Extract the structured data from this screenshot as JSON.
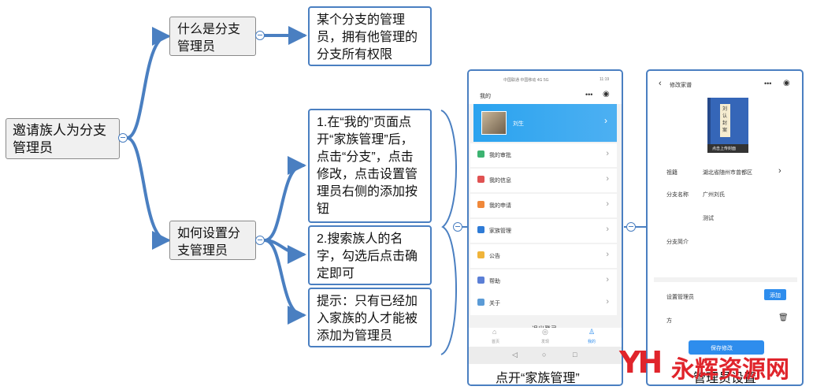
{
  "nodes": {
    "root": "邀请族人为分支管理员",
    "what_is": "什么是分支管理员",
    "what_is_detail": "某个分支的管理员，拥有他管理的分支所有权限",
    "how_to": "如何设置分支管理员",
    "step1": "1.在“我的”页面点开“家族管理”后，点击“分支”，点击修改，点击设置管理员右侧的添加按钮",
    "step2": "2.搜索族人的名字，勾选后点击确定即可",
    "tip": "提示：只有已经加入家族的人才能被添加为管理员"
  },
  "phone1": {
    "status_left": "中国联通 中国移动 4G 5G",
    "status_right": "11:19",
    "title": "我的",
    "user_name": "刘生",
    "menu": [
      {
        "label": "我的审批",
        "icon": "approval-icon",
        "color": "#3cb371"
      },
      {
        "label": "我的信息",
        "icon": "mail-icon",
        "color": "#e05252"
      },
      {
        "label": "我的申请",
        "icon": "apply-icon",
        "color": "#f0883a"
      },
      {
        "label": "家族管理",
        "icon": "home-icon",
        "color": "#2e7bd6"
      },
      {
        "label": "公告",
        "icon": "announcement-icon",
        "color": "#f0b43a"
      },
      {
        "label": "帮助",
        "icon": "help-icon",
        "color": "#5b7fd6"
      },
      {
        "label": "关于",
        "icon": "about-icon",
        "color": "#5b9bd6"
      }
    ],
    "logout": "退出登录",
    "tabs": [
      "首页",
      "发现",
      "我的"
    ],
    "caption": "点开“家族管理”"
  },
  "phone2": {
    "title": "修改家谱",
    "book_text": "刘认封案",
    "upload_cover": "点击上传封面",
    "fields": [
      {
        "label": "祖籍",
        "value": "湖北省随州市曾都区"
      },
      {
        "label": "分支名称",
        "value": "广州刘氏"
      },
      {
        "label": "",
        "value": "测试"
      },
      {
        "label": "分支简介",
        "value": ""
      }
    ],
    "admin_label": "设置管理员",
    "add_button": "添加",
    "admin_item": "方",
    "save_button": "保存修改",
    "caption": "管理员设置"
  },
  "watermark": {
    "logo": "YH",
    "text": "永辉资源网"
  },
  "colors": {
    "link": "#4a7fc1",
    "accent": "#2e8ded",
    "watermark": "#e0242b"
  }
}
